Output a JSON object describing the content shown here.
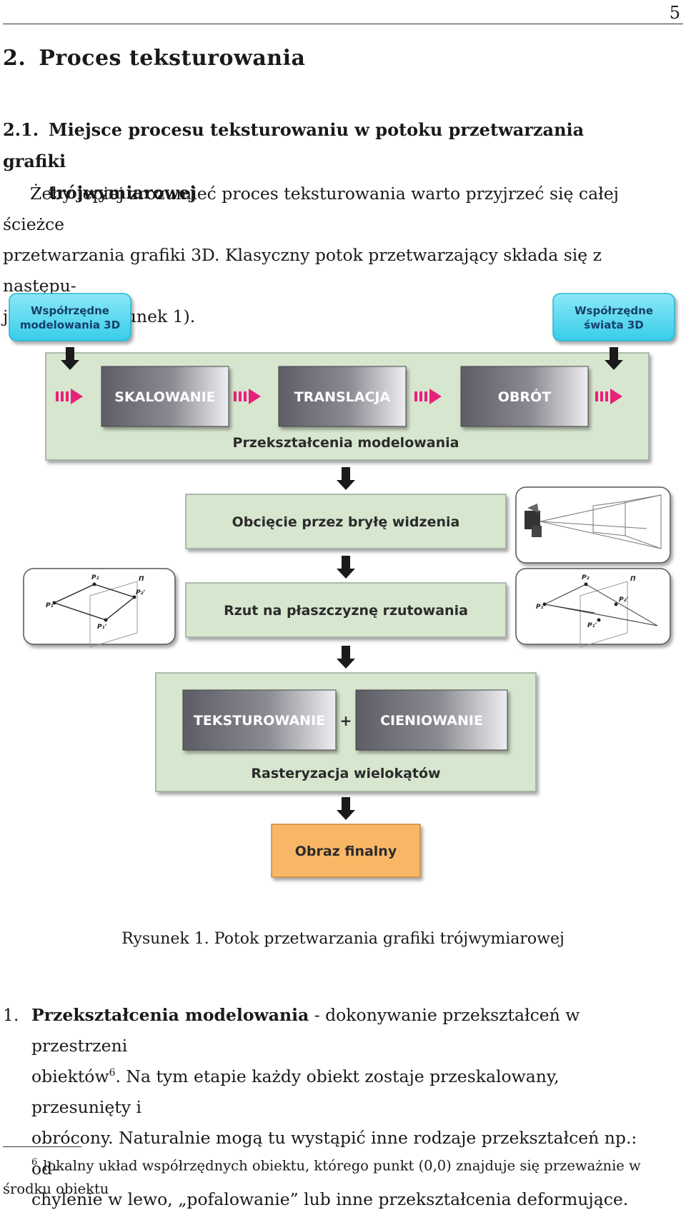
{
  "page": {
    "number": "5"
  },
  "section": {
    "num": "2.",
    "title": "Proces teksturowania"
  },
  "subsection": {
    "num": "2.1.",
    "title_line1": "Miejsce procesu teksturowaniu w potoku przetwarzania grafiki",
    "title_line2": "trójwymiarowej"
  },
  "intro": {
    "line1": "Żeby lepiej zrozumieć proces teksturowania warto przyjrzeć się całej ścieżce",
    "line2": "przetwarzania grafiki 3D. Klasyczny potok przetwarzający składa się z następu-",
    "line3": "jących faz (rysunek 1)."
  },
  "figure": {
    "model_coords": [
      "Współrzędne",
      "modelowania 3D"
    ],
    "world_coords": [
      "Współrzędne",
      "świata 3D"
    ],
    "scaling": "SKALOWANIE",
    "translation": "TRANSLACJA",
    "rotation": "OBRÓT",
    "modeling_group": "Przekształcenia modelowania",
    "clipping": "Obcięcie przez bryłę widzenia",
    "projection": "Rzut na płaszczyznę rzutowania",
    "texturing": "TEKSTUROWANIE",
    "plus": "+",
    "shading": "CIENIOWANIE",
    "rasterization": "Rasteryzacja wielokątów",
    "final": "Obraz finalny",
    "proj_labels": {
      "p1": "P₁",
      "p2": "P₂",
      "p1p": "P₁'",
      "p2p": "P₂'",
      "plane": "Π"
    },
    "colors": {
      "cyan": "#4fd6ef",
      "green": "#d7e6cf",
      "orange": "#f9b766",
      "arrow": "#e8217a"
    }
  },
  "caption": {
    "label": "Rysunek 1.",
    "text": "Potok przetwarzania grafiki trójwymiarowej"
  },
  "list": {
    "num": "1.",
    "term": "Przekształcenia modelowania",
    "line1_rest": " - dokonywanie przekształceń w przestrzeni",
    "line2a": "obiektów",
    "fn_ref": "6",
    "line2b": ". Na tym etapie każdy obiekt zostaje przeskalowany, przesunięty i",
    "line3": "obrócony. Naturalnie mogą tu wystąpić inne rodzaje przekształceń np.: od-",
    "line4": "chylenie w lewo, „pofalowanie” lub inne przekształcenia deformujące."
  },
  "footnote": {
    "mark": "6",
    "line1": "lokalny układ współrzędnych obiektu, którego punkt (0,0) znajduje się przeważnie w",
    "line2": "środku obiektu"
  }
}
